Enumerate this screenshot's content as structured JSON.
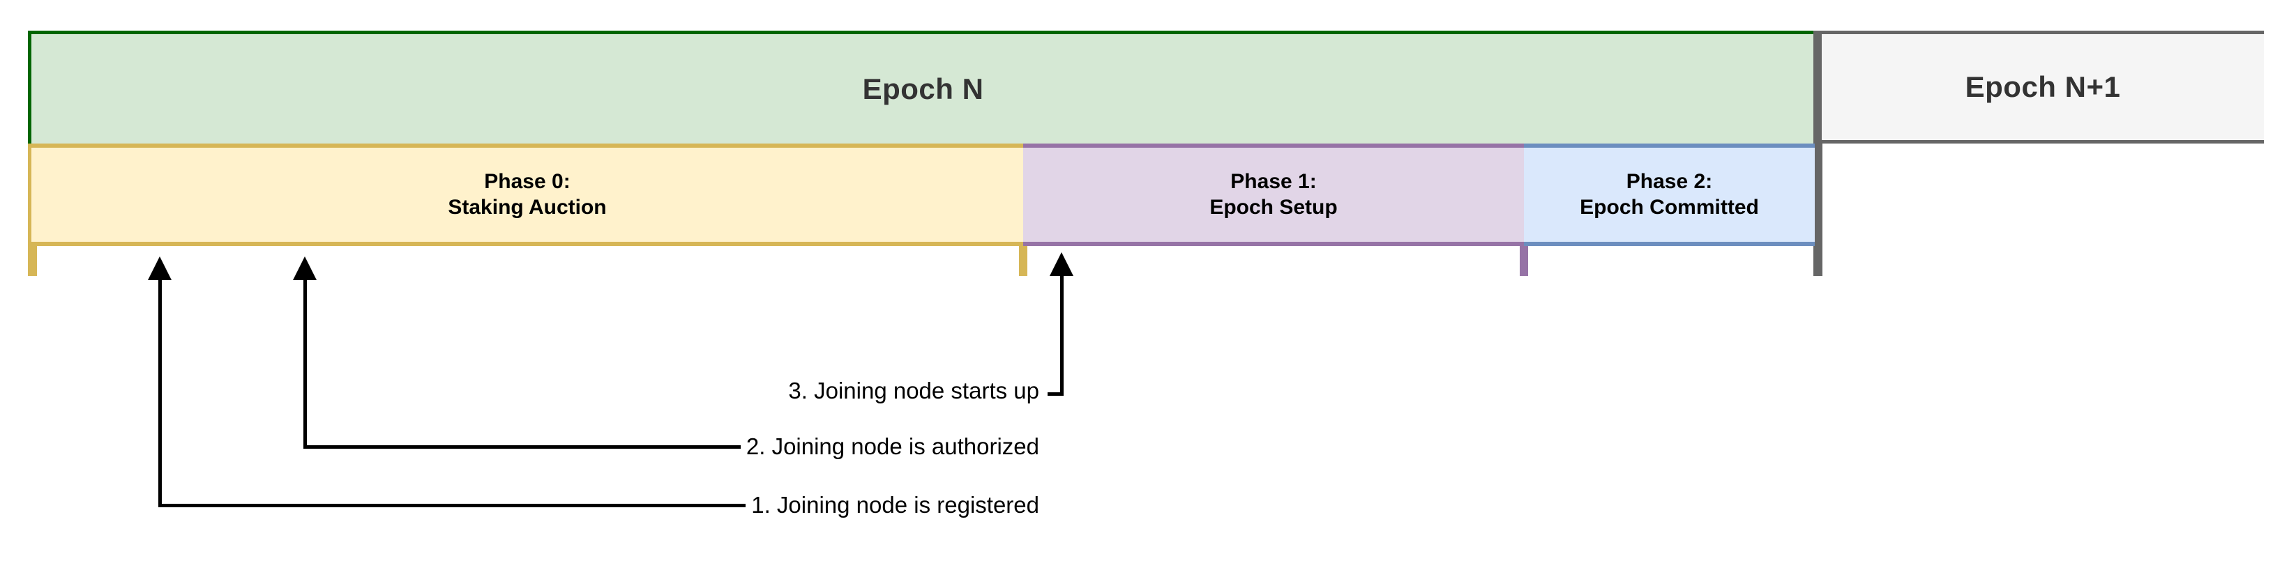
{
  "diagram": {
    "title_epoch_current": "Epoch N",
    "title_epoch_next": "Epoch N+1",
    "phases": [
      {
        "id": "phase-0",
        "line1": "Phase 0:",
        "line2": "Staking Auction",
        "fill": "#fff2cc",
        "stroke": "#d6b656"
      },
      {
        "id": "phase-1",
        "line1": "Phase 1:",
        "line2": "Epoch Setup",
        "fill": "#e1d5e7",
        "stroke": "#9673a6"
      },
      {
        "id": "phase-2",
        "line1": "Phase 2:",
        "line2": "Epoch Committed",
        "fill": "#dae8fc",
        "stroke": "#6c8ebf"
      }
    ],
    "epoch_boxes": [
      {
        "id": "epoch-n",
        "label": "Epoch N",
        "fill": "#d5e8d4",
        "stroke": "#006600"
      },
      {
        "id": "epoch-n1",
        "label": "Epoch N+1",
        "fill": "#f5f5f5",
        "stroke": "#666666"
      }
    ],
    "annotations": [
      {
        "n": 3,
        "text": "3. Joining node starts up",
        "target": "phase-0/phase-1 boundary"
      },
      {
        "n": 2,
        "text": "2. Joining node is authorized",
        "target": "phase-0 early"
      },
      {
        "n": 1,
        "text": "1. Joining node is registered",
        "target": "phase-0 start"
      }
    ],
    "colors": {
      "green_fill": "#d5e8d4",
      "green_stroke": "#006600",
      "yellow_fill": "#fff2cc",
      "yellow_stroke": "#d6b656",
      "purple_fill": "#e1d5e7",
      "purple_stroke": "#9673a6",
      "blue_fill": "#dae8fc",
      "blue_stroke": "#6c8ebf",
      "grey_fill": "#f5f5f5",
      "grey_stroke": "#666666",
      "text_dark": "#333333",
      "text_black": "#000000"
    }
  }
}
